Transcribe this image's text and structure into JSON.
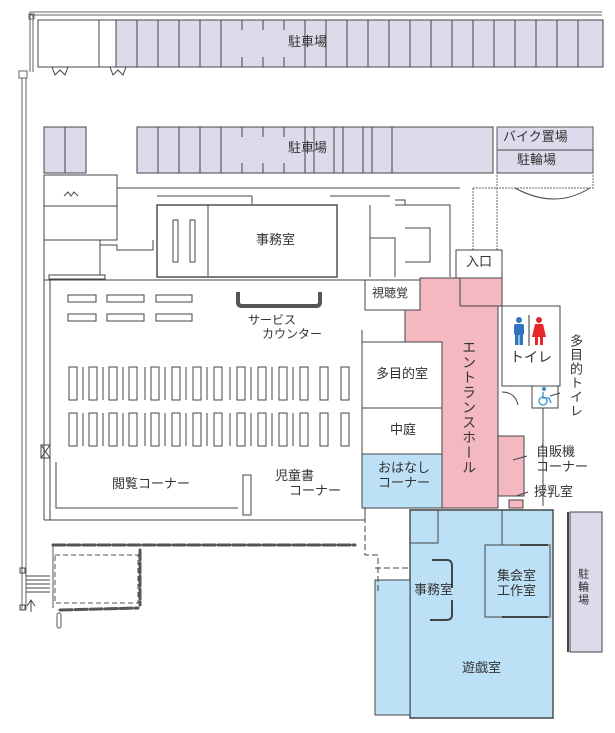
{
  "colors": {
    "parking": "#DDDBEB",
    "entrance_hall": "#F4B8C1",
    "children_area": "#BCE0F5",
    "wall": "#444444",
    "line": "#555555",
    "toilet_male": "#2F74C0",
    "toilet_female": "#E8262A",
    "accessible": "#3A8FD0"
  },
  "labels": {
    "parking_top": "駐車場",
    "parking_mid": "駐車場",
    "bike_parking": "バイク置場",
    "bicycle_parking_top": "駐輪場",
    "bicycle_parking_right": "駐輪場",
    "office_top": "事務室",
    "entrance": "入口",
    "av_room": "視聴覚",
    "service_counter_line1": "サービス",
    "service_counter_line2": "カウンター",
    "multipurpose_room": "多目的室",
    "courtyard": "中庭",
    "storytelling_line1": "おはなし",
    "storytelling_line2": "コーナー",
    "entrance_hall": "エントランスホール",
    "toilet": "トイレ",
    "multipurpose_toilet": "多目的トイレ",
    "vending_line1": "自販機",
    "vending_line2": "コーナー",
    "nursing_room": "授乳室",
    "reading_corner": "閲覧コーナー",
    "childrens_books_line1": "児童書",
    "childrens_books_line2": "コーナー",
    "office_bottom": "事務室",
    "meeting_room_line1": "集会室",
    "meeting_room_line2": "工作室",
    "playroom": "遊戯室"
  },
  "icons": {
    "toilet_male": "male-figure",
    "toilet_female": "female-figure",
    "accessible": "wheelchair"
  }
}
